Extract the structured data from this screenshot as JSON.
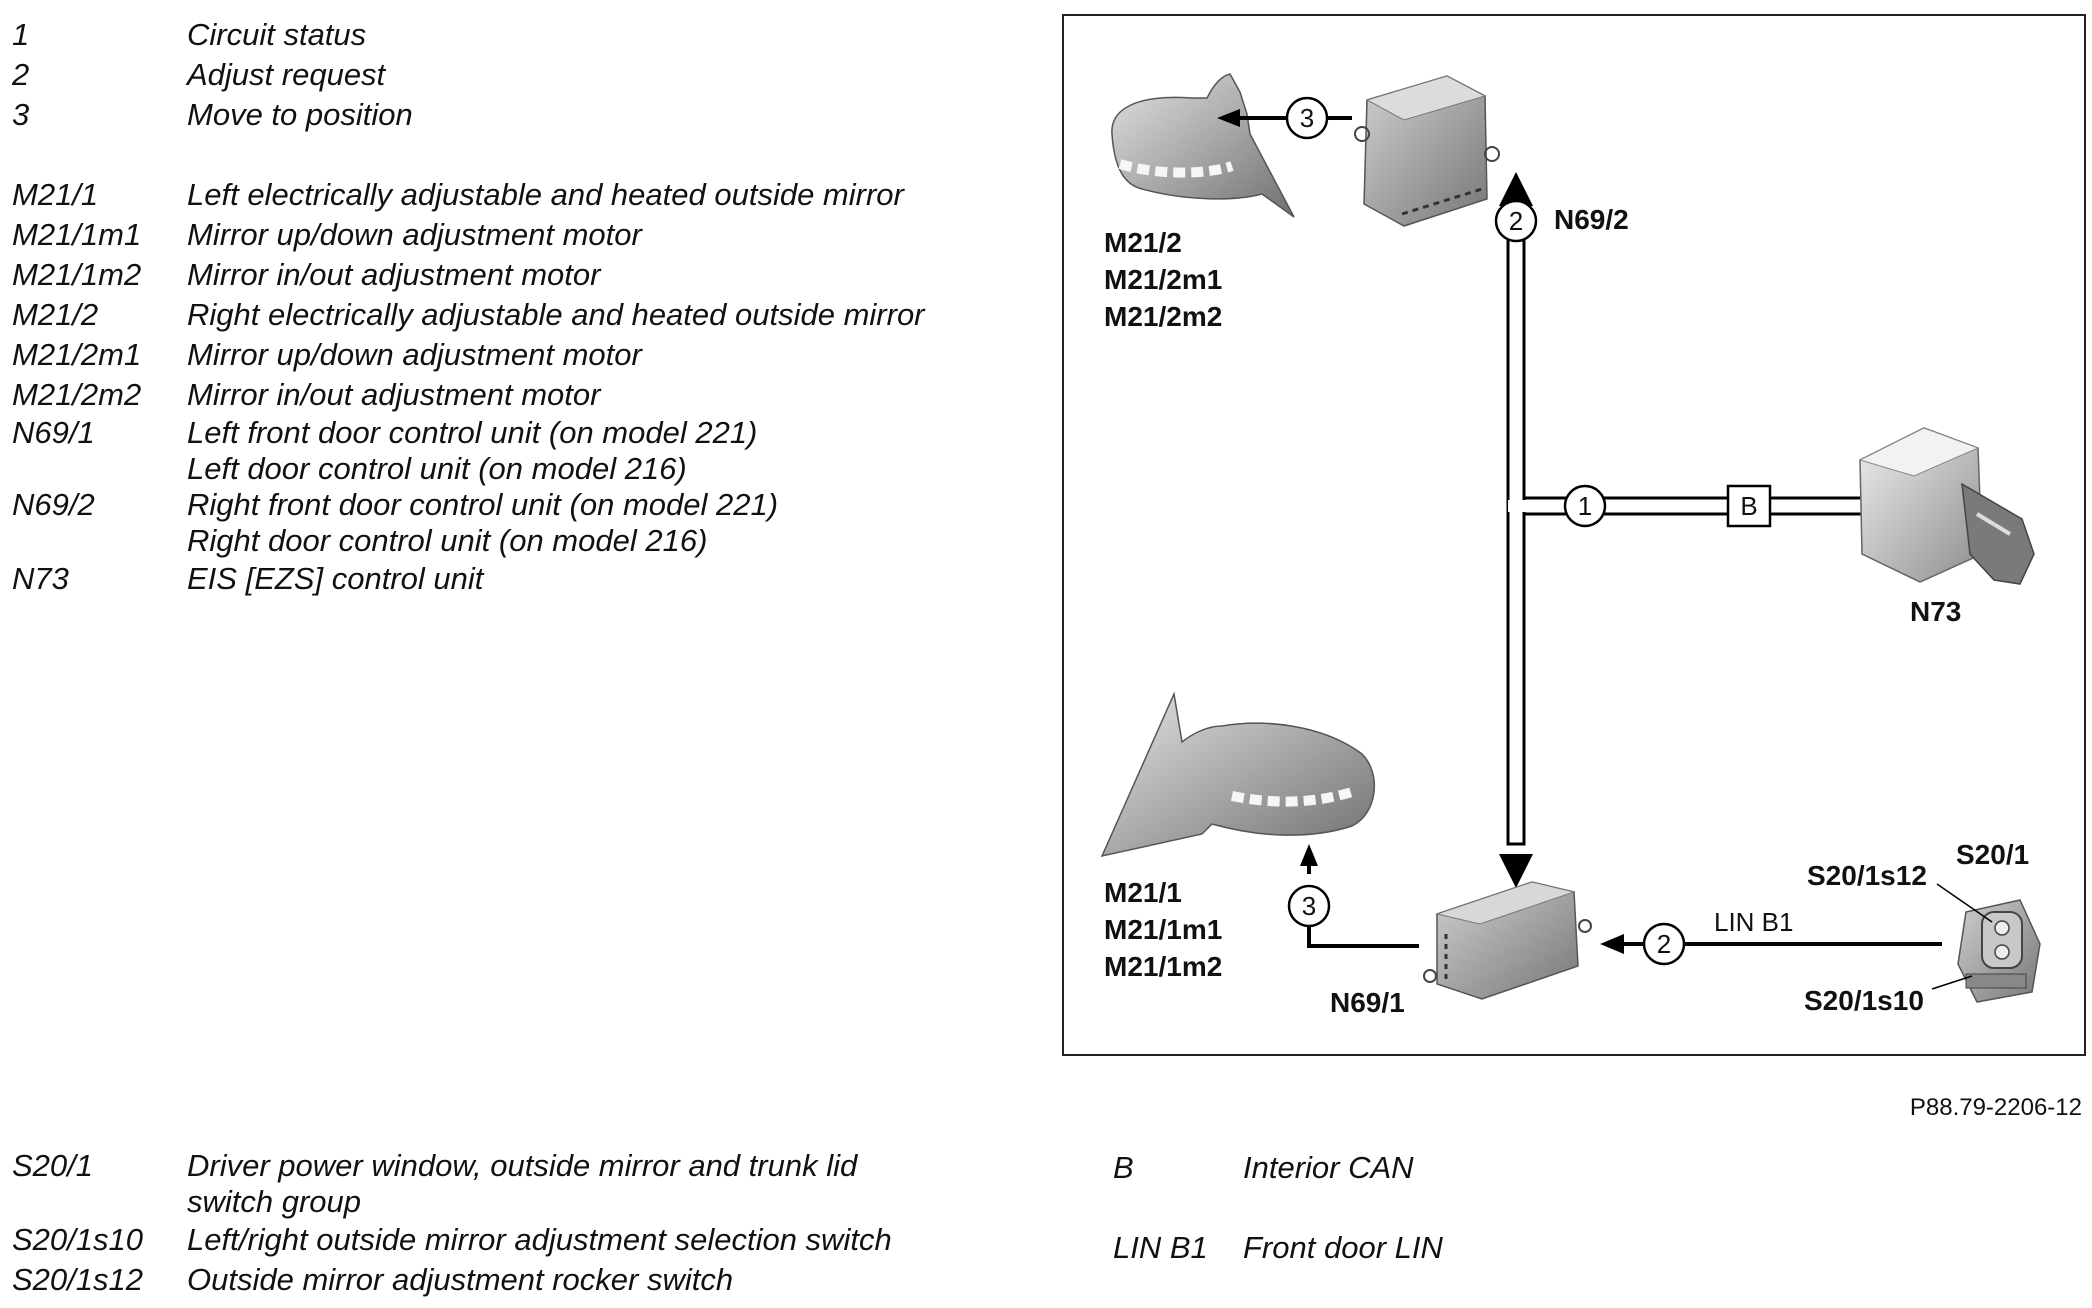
{
  "legend_top": [
    {
      "code": "1",
      "desc": [
        "Circuit status"
      ]
    },
    {
      "code": "2",
      "desc": [
        "Adjust request"
      ]
    },
    {
      "code": "3",
      "desc": [
        "Move to position"
      ]
    },
    {
      "code": "M21/1",
      "desc": [
        "Left electrically adjustable and heated outside mirror"
      ]
    },
    {
      "code": "M21/1m1",
      "desc": [
        "Mirror up/down adjustment motor"
      ]
    },
    {
      "code": "M21/1m2",
      "desc": [
        "Mirror in/out adjustment motor"
      ]
    },
    {
      "code": "M21/2",
      "desc": [
        "Right electrically adjustable and heated outside mirror"
      ]
    },
    {
      "code": "M21/2m1",
      "desc": [
        "Mirror up/down adjustment motor"
      ]
    },
    {
      "code": "M21/2m2",
      "desc": [
        "Mirror in/out adjustment motor"
      ]
    },
    {
      "code": "N69/1",
      "desc": [
        "Left front door control unit (on model 221)",
        "Left door control unit (on model 216)"
      ]
    },
    {
      "code": "N69/2",
      "desc": [
        "Right front door control unit (on model 221)",
        "Right door control unit (on model 216)"
      ]
    },
    {
      "code": "N73",
      "desc": [
        "EIS [EZS] control unit"
      ]
    }
  ],
  "legend_bottom": [
    {
      "code": "S20/1",
      "desc": [
        "Driver power window, outside mirror and trunk lid",
        "switch group"
      ]
    },
    {
      "code": "S20/1s10",
      "desc": [
        "Left/right outside mirror adjustment selection switch"
      ]
    },
    {
      "code": "S20/1s12",
      "desc": [
        "Outside mirror adjustment rocker switch"
      ]
    }
  ],
  "legend_bus": [
    {
      "code": "B",
      "desc": [
        "Interior CAN"
      ]
    },
    {
      "code": "LIN B1",
      "desc": [
        "Front door LIN"
      ]
    }
  ],
  "figure_id": "P88.79-2206-12",
  "diagram": {
    "labels": {
      "m21_2": "M21/2",
      "m21_2m1": "M21/2m1",
      "m21_2m2": "M21/2m2",
      "n69_2": "N69/2",
      "n73": "N73",
      "m21_1": "M21/1",
      "m21_1m1": "M21/1m1",
      "m21_1m2": "M21/1m2",
      "n69_1": "N69/1",
      "s20_1": "S20/1",
      "s20_1s12": "S20/1s12",
      "s20_1s10": "S20/1s10",
      "lin_b1": "LIN B1",
      "bus_b": "B"
    },
    "circle_numbers": {
      "move_top": "3",
      "adjust_vertical": "2",
      "circuit_status": "1",
      "move_bottom": "3",
      "adjust_lin": "2"
    }
  }
}
